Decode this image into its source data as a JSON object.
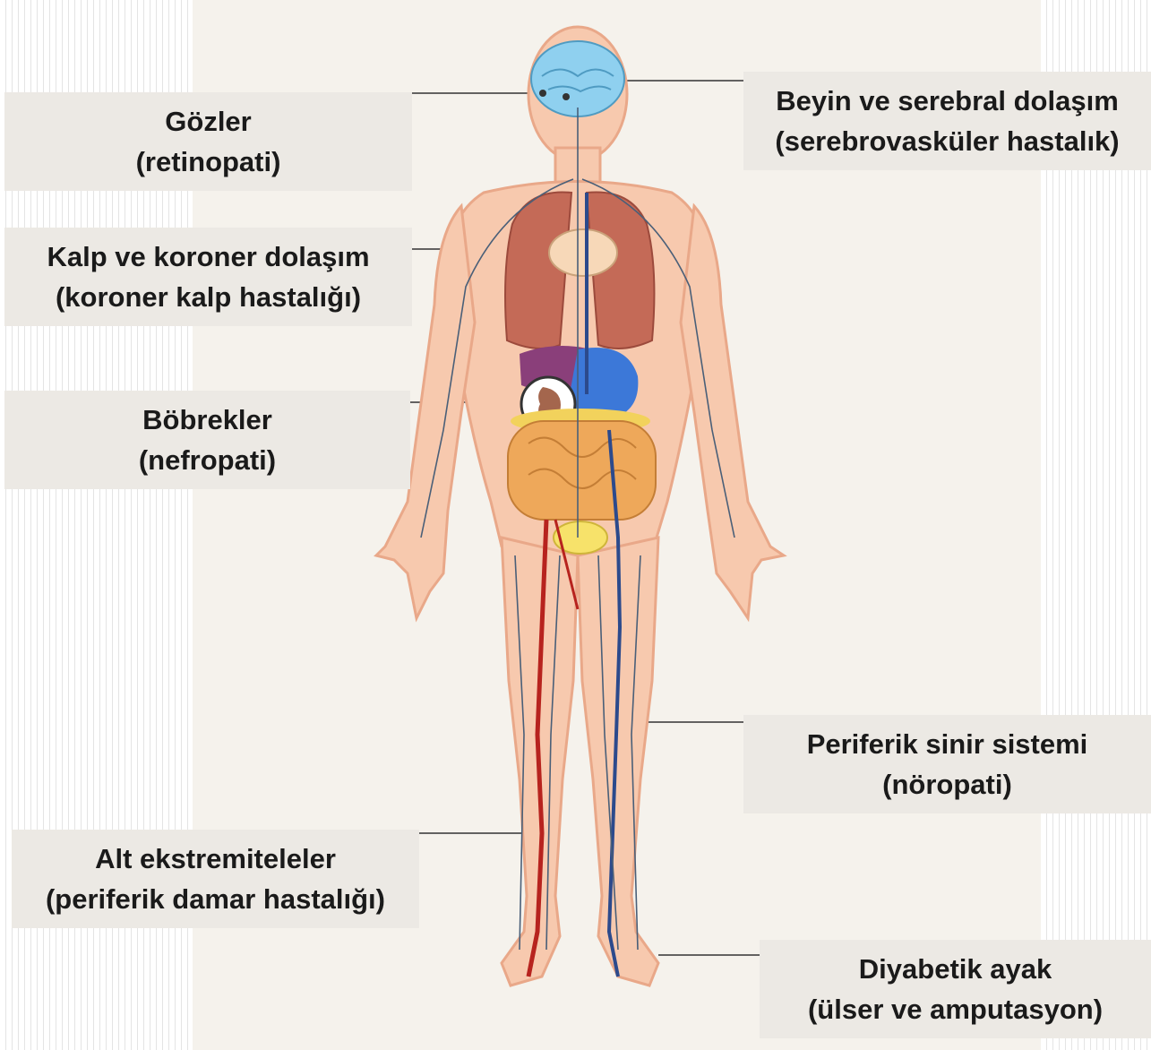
{
  "labels": {
    "eyes": {
      "title": "Gözler",
      "subtitle": "(retinopati)"
    },
    "brain": {
      "title": "Beyin ve serebral dolaşım",
      "subtitle": "(serebrovasküler hastalık)"
    },
    "heart": {
      "title": "Kalp ve koroner dolaşım",
      "subtitle": "(koroner kalp hastalığı)"
    },
    "kidneys": {
      "title": "Böbrekler",
      "subtitle": "(nefropati)"
    },
    "nerves": {
      "title": "Periferik sinir sistemi",
      "subtitle": "(nöropati)"
    },
    "legs": {
      "title": "Alt ekstremiteleler",
      "subtitle": "(periferik damar hastalığı)"
    },
    "foot": {
      "title": "Diyabetik ayak",
      "subtitle": "(ülser ve amputasyon)"
    }
  },
  "colors": {
    "skin": "#f7c9ae",
    "skin_outline": "#e9a889",
    "lungs": "#c46a57",
    "brain": "#8fd0ef",
    "liver": "#8a3f7a",
    "stomach": "#3c78d8",
    "intestines": "#eea85a",
    "artery": "#b7231e",
    "vein": "#2c4a8c",
    "nerve": "#4a5f78",
    "label_bg": "#ece9e4",
    "panel_bg": "#f5f2ec"
  }
}
